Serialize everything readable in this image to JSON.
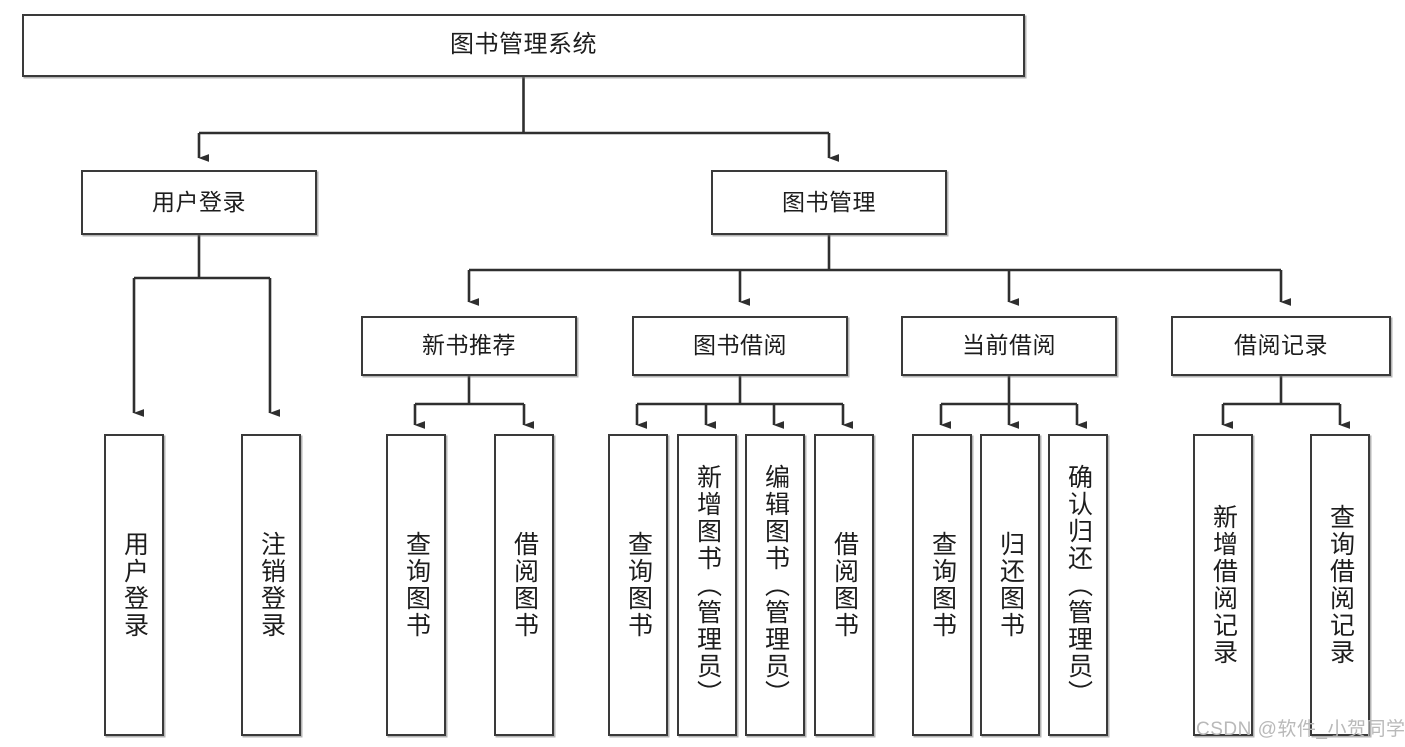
{
  "diagram": {
    "title": "图书管理系统",
    "type": "tree-hierarchy-chart",
    "watermark": "CSDN @软件_小贺同学",
    "colors": {
      "box_border": "#3a3a3a",
      "box_fill": "#ffffff",
      "connector": "#2f2f2f",
      "text": "#1d1d1d",
      "watermark": "#b9b9b9",
      "background": "#ffffff"
    },
    "root": {
      "label": "图书管理系统"
    },
    "level1": [
      {
        "label": "用户登录"
      },
      {
        "label": "图书管理"
      }
    ],
    "level2": [
      {
        "label": "新书推荐"
      },
      {
        "label": "图书借阅"
      },
      {
        "label": "当前借阅"
      },
      {
        "label": "借阅记录"
      }
    ],
    "leaves": {
      "user_login": [
        {
          "label": "用户登录"
        },
        {
          "label": "注销登录"
        }
      ],
      "new_book_recommend": [
        {
          "label": "查询图书"
        },
        {
          "label": "借阅图书"
        }
      ],
      "book_borrow": [
        {
          "label": "查询图书"
        },
        {
          "label": "新增图书（管理员）"
        },
        {
          "label": "编辑图书（管理员）"
        },
        {
          "label": "借阅图书"
        }
      ],
      "current_borrow": [
        {
          "label": "查询图书"
        },
        {
          "label": "归还图书"
        },
        {
          "label": "确认归还（管理员）"
        }
      ],
      "borrow_record": [
        {
          "label": "新增借阅记录"
        },
        {
          "label": "查询借阅记录"
        }
      ]
    }
  }
}
